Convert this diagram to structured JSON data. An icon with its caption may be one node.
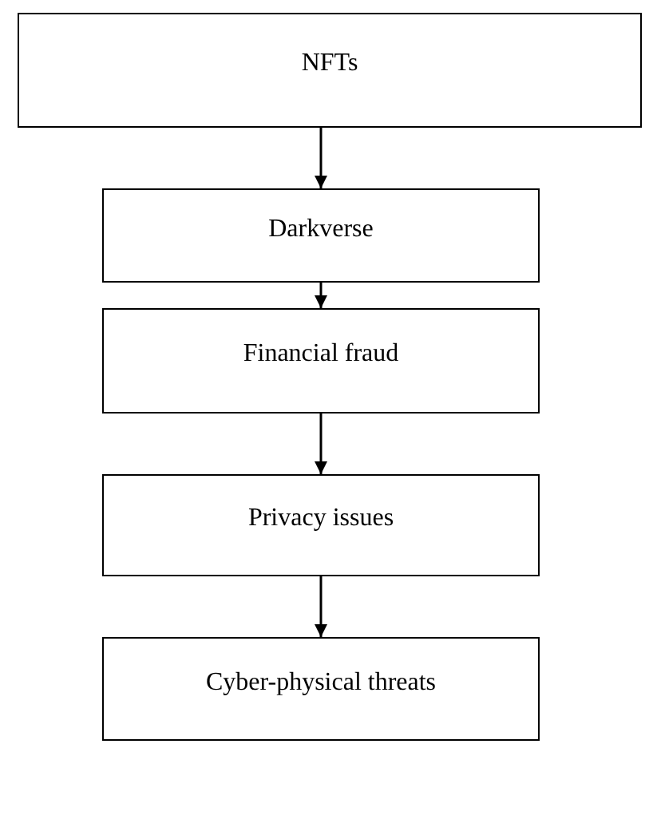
{
  "diagram": {
    "nodes": [
      {
        "text": [
          "NFTs"
        ]
      },
      {
        "text": [
          "Darkverse"
        ]
      },
      {
        "text": [
          "Financial fraud"
        ]
      },
      {
        "text": [
          "Privacy issues"
        ]
      },
      {
        "text": [
          "Cyber-physical threats"
        ]
      }
    ],
    "edges": [
      {
        "from": 0,
        "to": 1,
        "arrow": "to"
      },
      {
        "from": 1,
        "to": 2,
        "arrow": "to"
      },
      {
        "from": 2,
        "to": 3,
        "arrow": "to"
      },
      {
        "from": 3,
        "to": 4,
        "arrow": "to"
      }
    ]
  }
}
